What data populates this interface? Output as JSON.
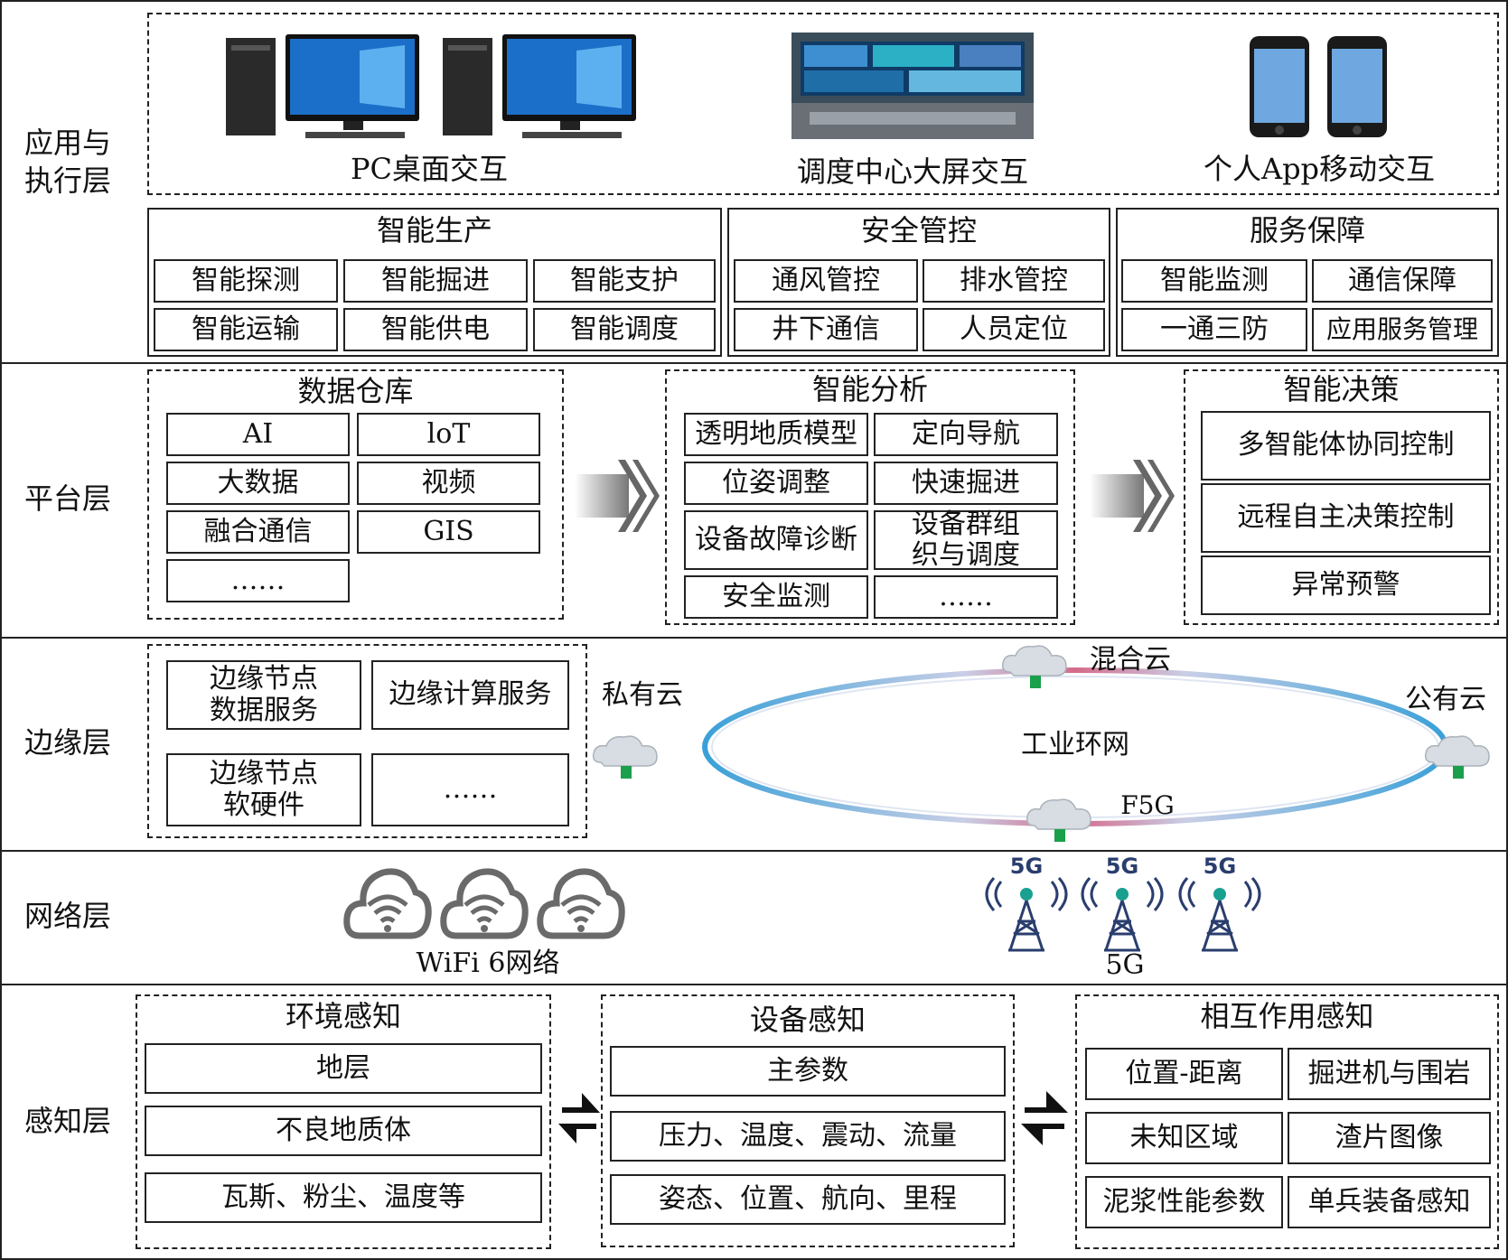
{
  "layers": {
    "application": "应用与\n执行层",
    "platform": "平台层",
    "edge": "边缘层",
    "network": "网络层",
    "perception": "感知层"
  },
  "devices": {
    "pc": "PC桌面交互",
    "dispatch": "调度中心大屏交互",
    "mobile": "个人App移动交互"
  },
  "apps": {
    "production": {
      "title": "智能生产",
      "items": [
        "智能探测",
        "智能掘进",
        "智能支护",
        "智能运输",
        "智能供电",
        "智能调度"
      ]
    },
    "safety": {
      "title": "安全管控",
      "items": [
        "通风管控",
        "排水管控",
        "井下通信",
        "人员定位"
      ]
    },
    "service": {
      "title": "服务保障",
      "items": [
        "智能监测",
        "通信保障",
        "一通三防",
        "应用服务管理"
      ]
    }
  },
  "platform": {
    "warehouse": {
      "title": "数据仓库",
      "items": [
        "AI",
        "loT",
        "大数据",
        "视频",
        "融合通信",
        "GIS",
        "……"
      ]
    },
    "analysis": {
      "title": "智能分析",
      "items": [
        "透明地质模型",
        "定向导航",
        "位姿调整",
        "快速掘进",
        "设备故障诊断",
        "设备群组\n织与调度",
        "安全监测",
        "……"
      ]
    },
    "decision": {
      "title": "智能决策",
      "items": [
        "多智能体协同控制",
        "远程自主决策控制",
        "异常预警"
      ]
    }
  },
  "edge": {
    "items": [
      "边缘节点\n数据服务",
      "边缘计算服务",
      "边缘节点\n软硬件",
      "……"
    ],
    "private_cloud": "私有云",
    "hybrid_cloud": "混合云",
    "public_cloud": "公有云",
    "ring": "工业环网",
    "f5g": "F5G"
  },
  "network": {
    "wifi": "WiFi 6网络",
    "g5": "5G",
    "tower_label": "5G"
  },
  "perception": {
    "env": {
      "title": "环境感知",
      "items": [
        "地层",
        "不良地质体",
        "瓦斯、粉尘、温度等"
      ]
    },
    "equip": {
      "title": "设备感知",
      "items": [
        "主参数",
        "压力、温度、震动、流量",
        "姿态、位置、航向、里程"
      ]
    },
    "inter": {
      "title": "相互作用感知",
      "items": [
        "位置-距离",
        "掘进机与围岩",
        "未知区域",
        "渣片图像",
        "泥浆性能参数",
        "单兵装备感知"
      ]
    }
  }
}
